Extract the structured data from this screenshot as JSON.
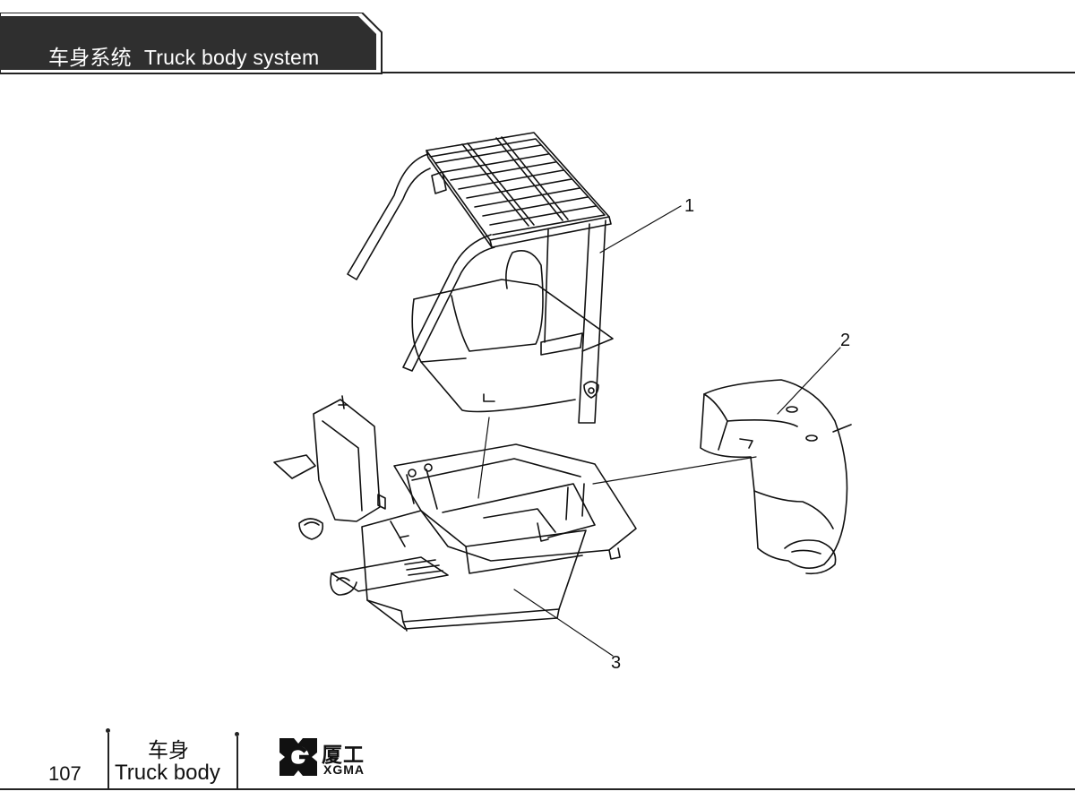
{
  "header": {
    "title_zh": "车身系统",
    "title_en": "Truck body system"
  },
  "figure": {
    "callouts": [
      "1",
      "2",
      "3"
    ],
    "parts": [
      "overhead-guard",
      "rear-counterweight",
      "truck-frame"
    ]
  },
  "footer": {
    "page_number": "107",
    "section_zh": "车身",
    "section_en": "Truck body",
    "logo_zh": "厦工",
    "logo_en": "XGMA",
    "logo_icon": "xgma-logo-icon"
  },
  "colors": {
    "banner": "#2f2f2f",
    "ink": "#111111",
    "paper": "#ffffff"
  }
}
